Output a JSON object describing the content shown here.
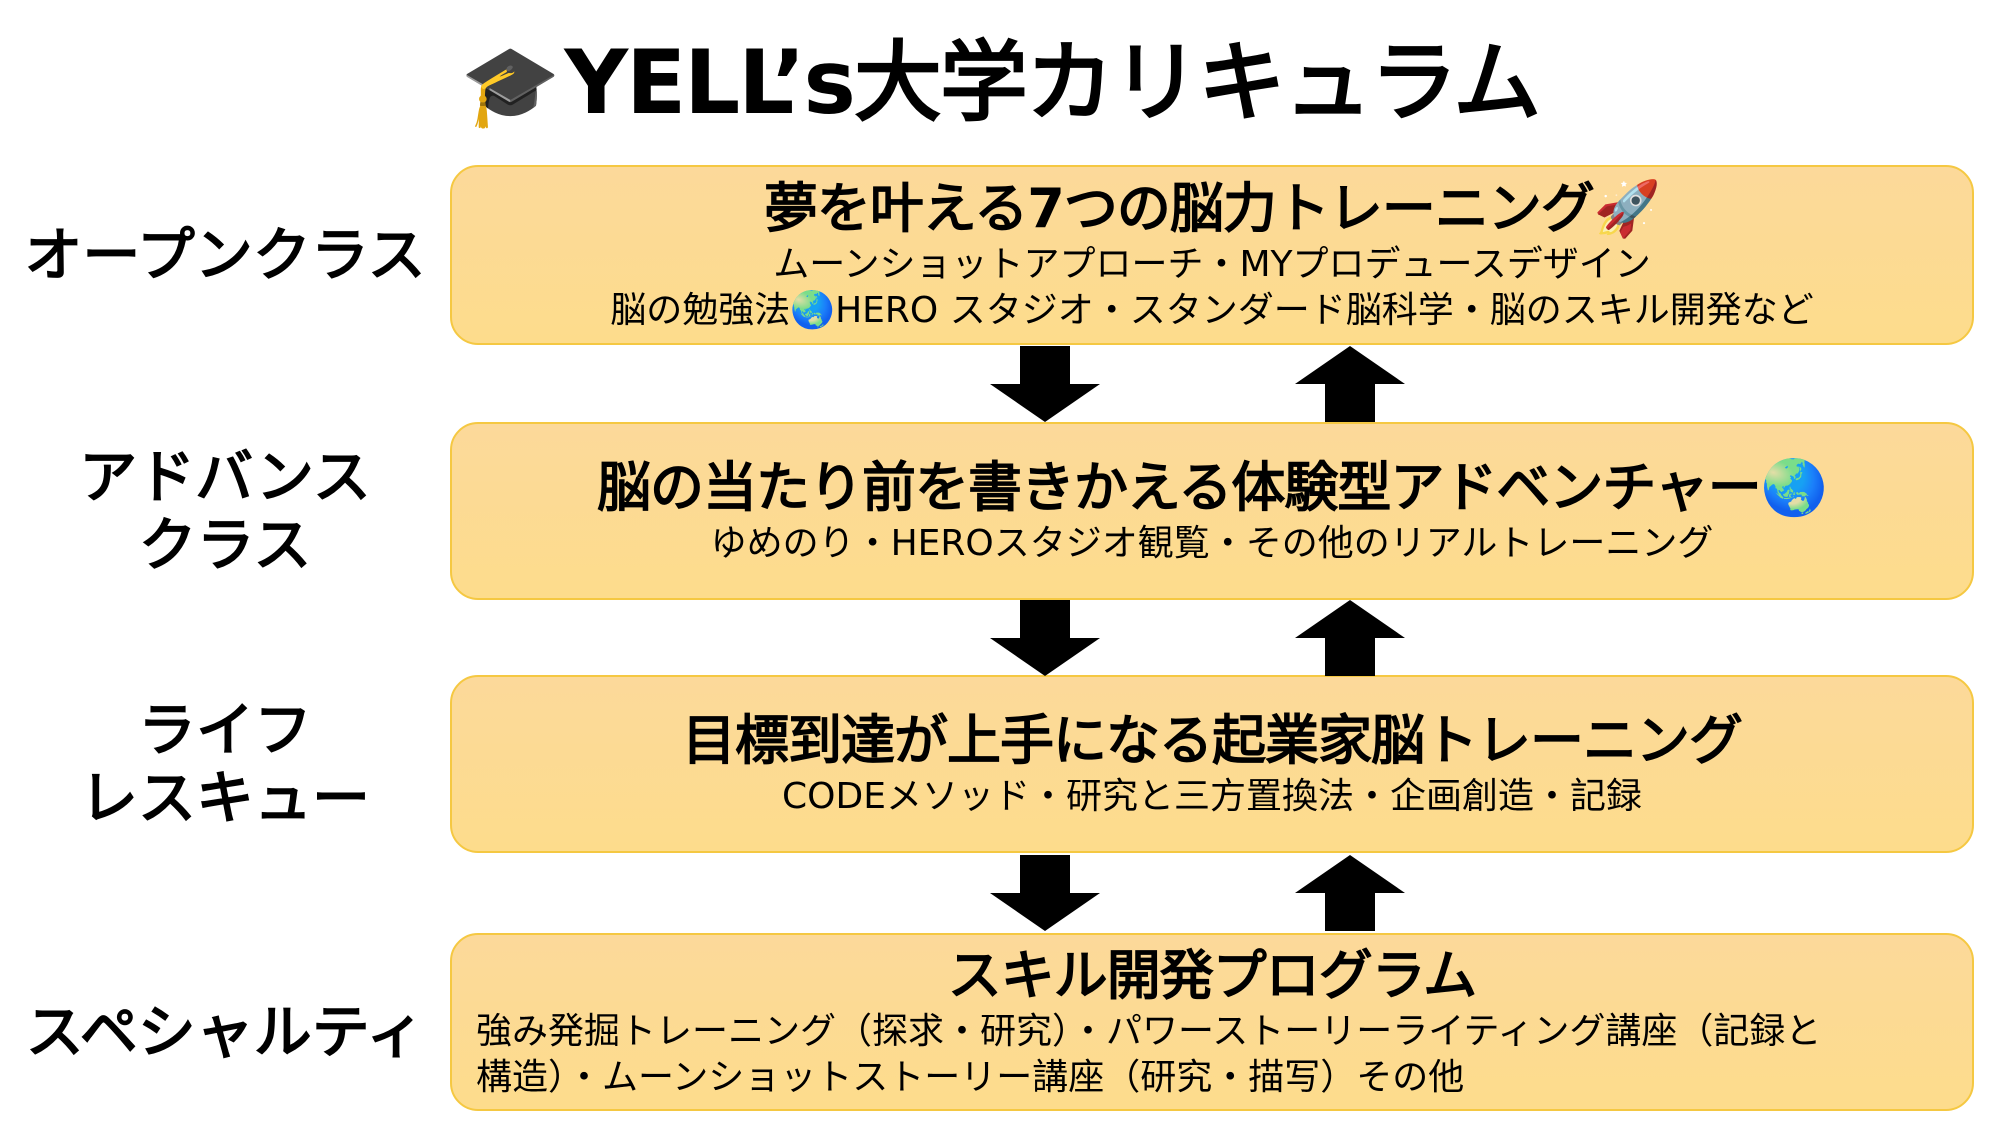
{
  "title": {
    "icon": "graduation-cap-icon",
    "emoji": "🎓",
    "text": "YELL’s大学カリキュラム"
  },
  "levels": [
    {
      "label_lines": [
        "オープンクラス"
      ],
      "heading": "夢を叶える7つの脳力トレーニング",
      "heading_emoji": "🚀",
      "details": [
        "ムーンショットアプローチ・MYプロデュースデザイン",
        "脳の勉強法🌏HERO スタジオ・スタンダード脳科学・脳のスキル開発など"
      ]
    },
    {
      "label_lines": [
        "アドバンス",
        "クラス"
      ],
      "heading": "脳の当たり前を書きかえる体験型アドベンチャー",
      "heading_emoji": "🌏",
      "details": [
        "ゆめのり・HEROスタジオ観覧・その他のリアルトレーニング"
      ]
    },
    {
      "label_lines": [
        "ライフ",
        "レスキュー"
      ],
      "heading": "目標到達が上手になる起業家脳トレーニング",
      "heading_emoji": "",
      "details": [
        "CODEメソッド・研究と三方置換法・企画創造・記録"
      ]
    },
    {
      "label_lines": [
        "スペシャルティ"
      ],
      "heading": "スキル開発プログラム",
      "heading_emoji": "",
      "details": [
        "強み発掘トレーニング（探求・研究）・パワーストーリーライティング講座（記録と",
        "構造）・ムーンショットストーリー講座（研究・描写）その他"
      ]
    }
  ],
  "colors": {
    "box_fill": "#fddc8c",
    "box_border": "#f5c842",
    "arrow": "#000000"
  }
}
